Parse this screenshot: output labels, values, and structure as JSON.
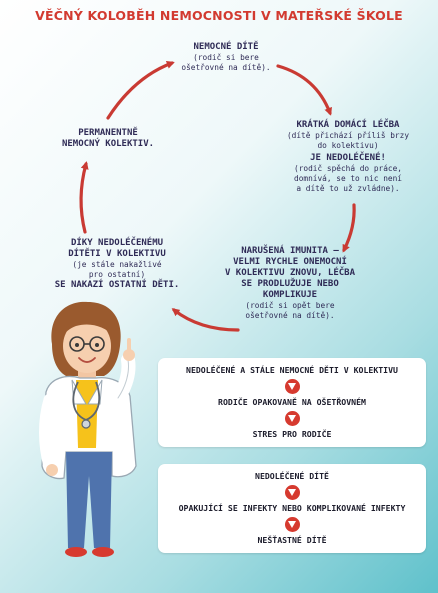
{
  "title": "VĚČNÝ KOLOBĚH NEMOCNOSTI V MATEŘSKÉ ŠKOLE",
  "cycle": {
    "sick": {
      "heading": "NEMOCNÉ DÍTĚ",
      "note1": "(rodič si bere",
      "note2": "ošetřovné na dítě)."
    },
    "short_treatment": {
      "line1": "KRÁTKÁ DOMÁCÍ LÉČBA",
      "line2": "(dítě přichází příliš brzy",
      "line3": "do kolektivu)",
      "line4": "JE NEDOLÉČENÉ!",
      "line5": "(rodič spěchá do práce,",
      "line6": "domnívá, se to nic není",
      "line7": "a dítě to už zvládne)."
    },
    "immunity": {
      "line1": "NARUŠENÁ IMUNITA –",
      "line2": "VELMI RYCHLE ONEMOCNÍ",
      "line3": "V KOLEKTIVU ZNOVU, LÉČBA",
      "line4": "SE PRODLUŽUJE NEBO",
      "line5": "KOMPLIKUJE",
      "line6": "(rodič si opět bere",
      "line7": "ošetřovné na dítě)."
    },
    "spread": {
      "line1": "DÍKY NEDOLÉČENÉMU",
      "line2": "DÍTĚTI V KOLEKTIVU",
      "line3": "(je stále nakažlivé",
      "line4": "pro ostatní)",
      "line5": "SE NAKAZÍ OSTATNÍ DĚTI."
    },
    "permanent": {
      "line1": "PERMANENTNĚ",
      "line2": "NEMOCNÝ KOLEKTIV."
    }
  },
  "box1": {
    "item1": "NEDOLÉČENÉ A STÁLE NEMOCNÉ DĚTI V KOLEKTIVU",
    "item2": "RODIČE OPAKOVANĚ NA OŠETŘOVNÉM",
    "item3": "STRES PRO RODIČE"
  },
  "box2": {
    "item1": "NEDOLÉČENÉ DÍTĚ",
    "item2": "OPAKUJÍCÍ SE INFEKTY NEBO KOMPLIKOVANÉ INFEKTY",
    "item3": "NEŠŤASTNÉ DÍTĚ"
  },
  "colors": {
    "accent_red": "#d23a30",
    "text_navy": "#2f2b56",
    "teal": "#5fc1cb"
  },
  "icons": {
    "step_arrow": "down-arrow-circle-icon",
    "doctor": "doctor-illustration"
  }
}
